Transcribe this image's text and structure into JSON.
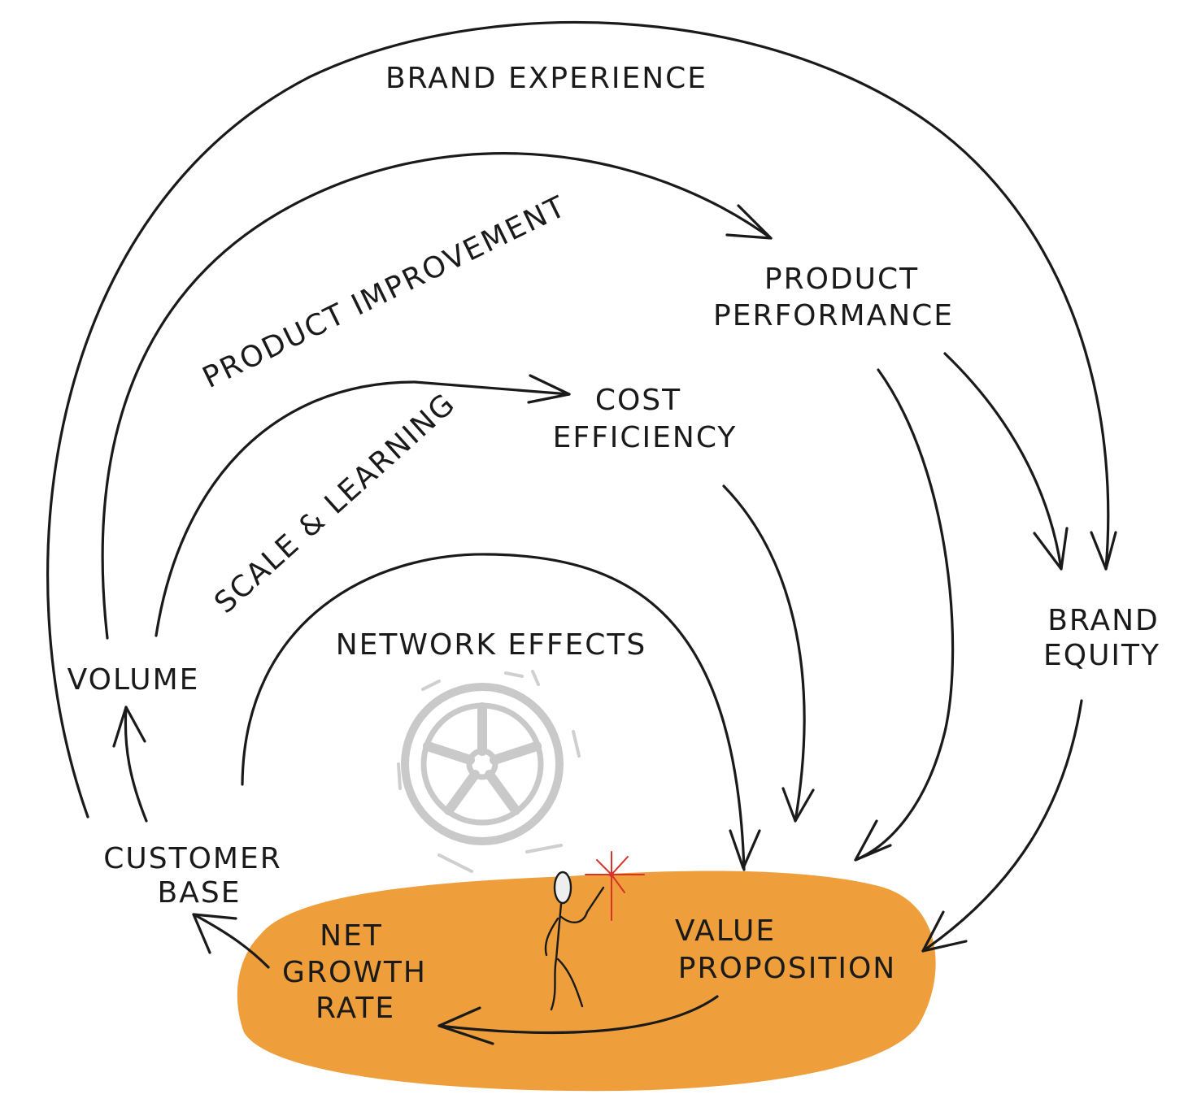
{
  "labels": {
    "brand_experience": "BRAND EXPERIENCE",
    "product_improvement": "PRODUCT IMPROVEMENT",
    "product_performance_1": "PRODUCT",
    "product_performance_2": "PERFORMANCE",
    "scale_learning": "SCALE & LEARNING",
    "cost_efficiency_1": "COST",
    "cost_efficiency_2": "EFFICIENCY",
    "network_effects": "NETWORK EFFECTS",
    "volume": "VOLUME",
    "brand_equity_1": "BRAND",
    "brand_equity_2": "EQUITY",
    "customer_base_1": "CUSTOMER",
    "customer_base_2": "BASE",
    "net_growth_rate_1": "NET",
    "net_growth_rate_2": "GROWTH",
    "net_growth_rate_3": "RATE",
    "value_proposition_1": "VALUE",
    "value_proposition_2": "PROPOSITION"
  },
  "colors": {
    "blob": "#EE9E3A",
    "ink": "#1a1a1a",
    "wheel": "#c9c9c9",
    "spark": "#d8322a"
  },
  "icons": {
    "flywheel": "flywheel-icon",
    "person": "stick-figure-icon",
    "spark": "spark-icon"
  }
}
